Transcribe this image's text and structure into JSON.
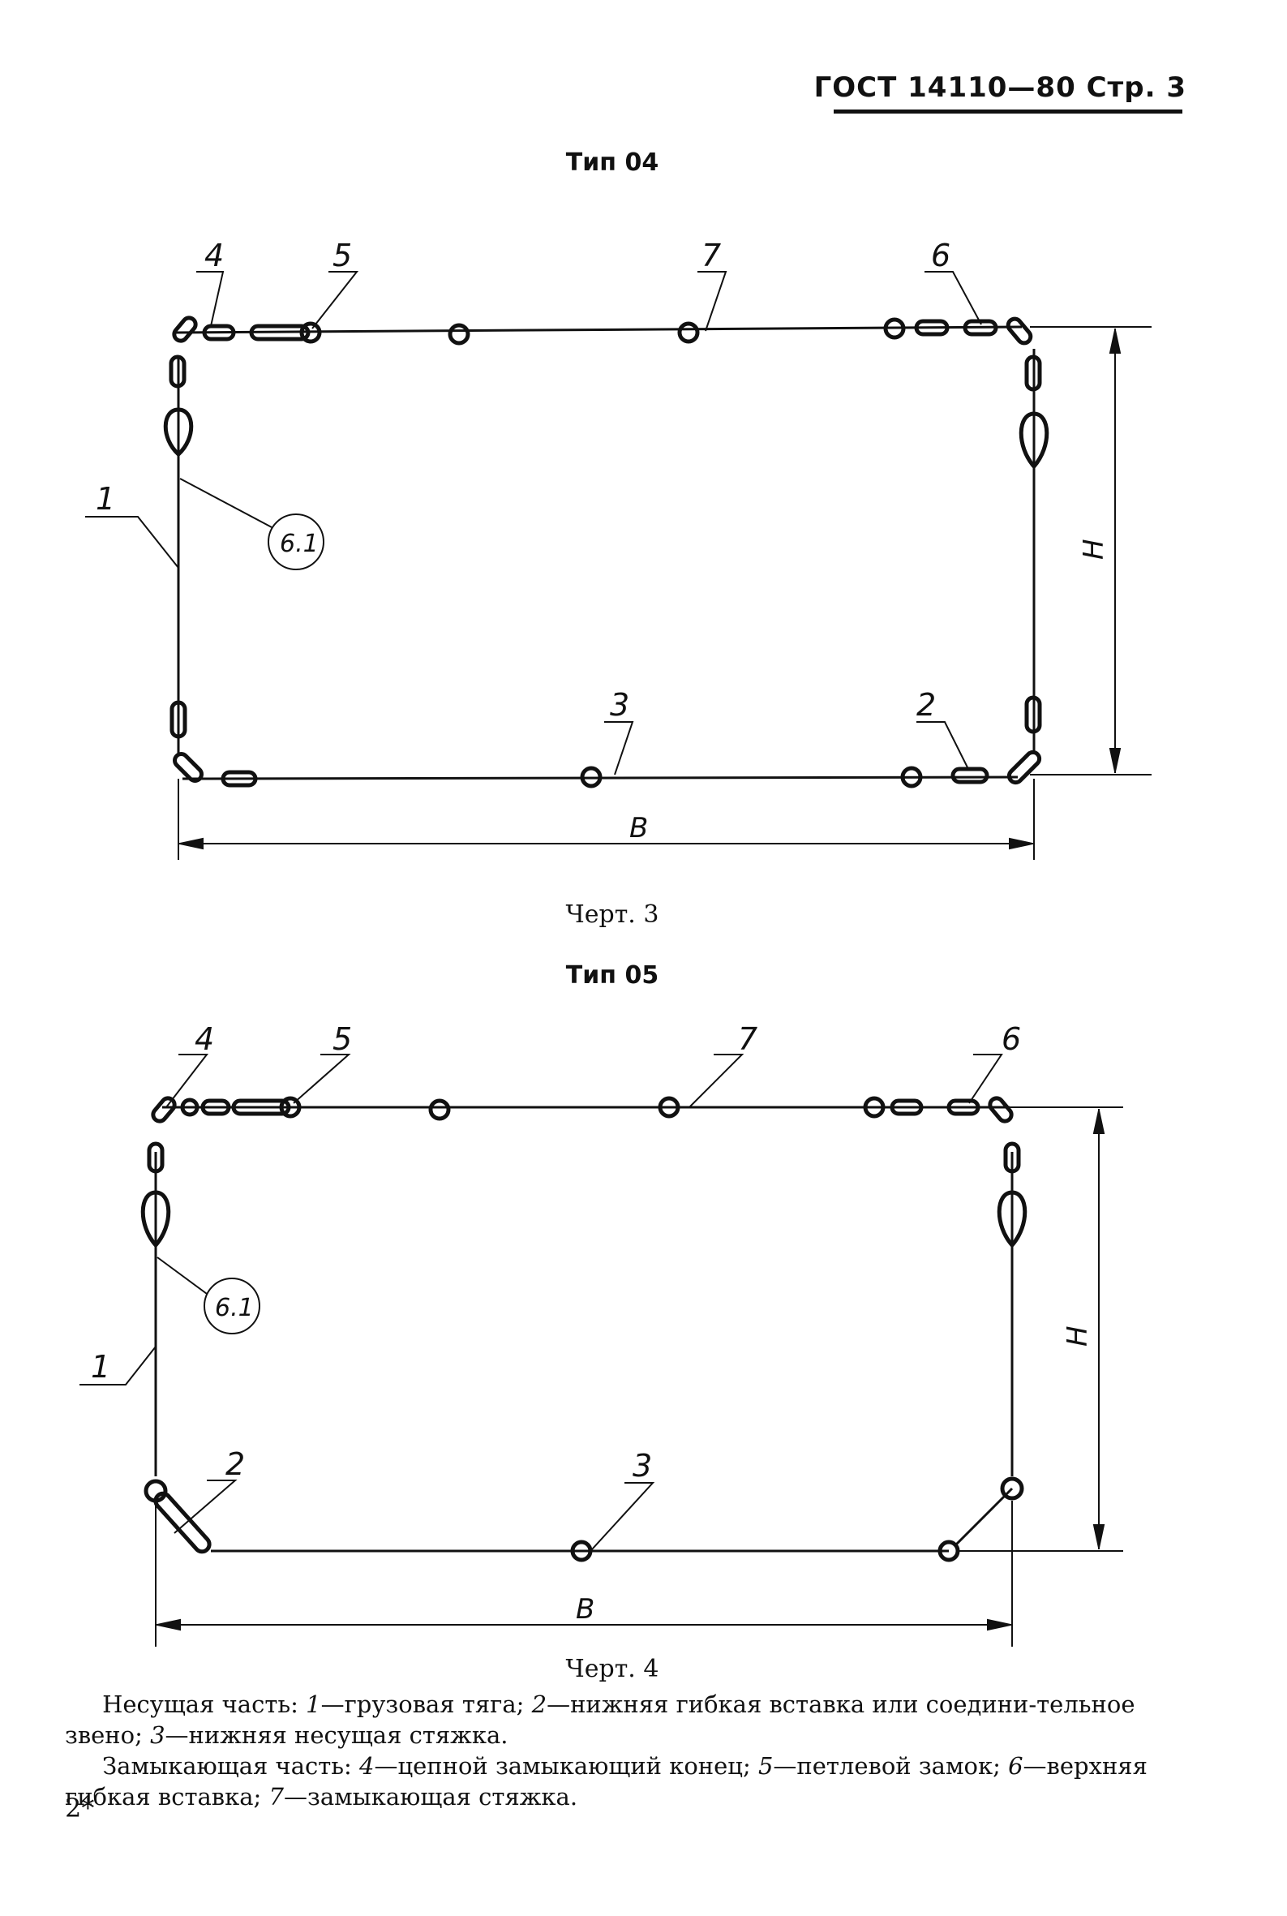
{
  "header": {
    "text": "ГОСТ 14110—80 Стр. 3"
  },
  "fig1": {
    "type_label": "Тип 04",
    "caption": "Черт. 3",
    "labels": {
      "l1": "1",
      "l2": "2",
      "l3": "3",
      "l4": "4",
      "l5": "5",
      "l6": "6",
      "l7": "7",
      "ref": "6.1",
      "B": "B",
      "H": "H"
    }
  },
  "fig2": {
    "type_label": "Тип 05",
    "caption": "Черт. 4",
    "labels": {
      "l1": "1",
      "l2": "2",
      "l3": "3",
      "l4": "4",
      "l5": "5",
      "l6": "6",
      "l7": "7",
      "ref": "6.1",
      "B": "B",
      "H": "H"
    }
  },
  "legend": {
    "p1_title": "Несущая часть:",
    "items_p1": [
      {
        "num": "1",
        "text": "—грузовая тяга;"
      },
      {
        "num": "2",
        "text": "—нижняя гибкая вставка или соедини-тельное звено;"
      },
      {
        "num": "3",
        "text": "—нижняя несущая стяжка."
      }
    ],
    "p2_title": "Замыкающая часть:",
    "items_p2": [
      {
        "num": "4",
        "text": "—цепной замыкающий конец;"
      },
      {
        "num": "5",
        "text": "—петлевой замок;"
      },
      {
        "num": "6",
        "text": "—верхняя гибкая вставка;"
      },
      {
        "num": "7",
        "text": "—замыкающая стяжка."
      }
    ]
  },
  "page_number": "2*"
}
